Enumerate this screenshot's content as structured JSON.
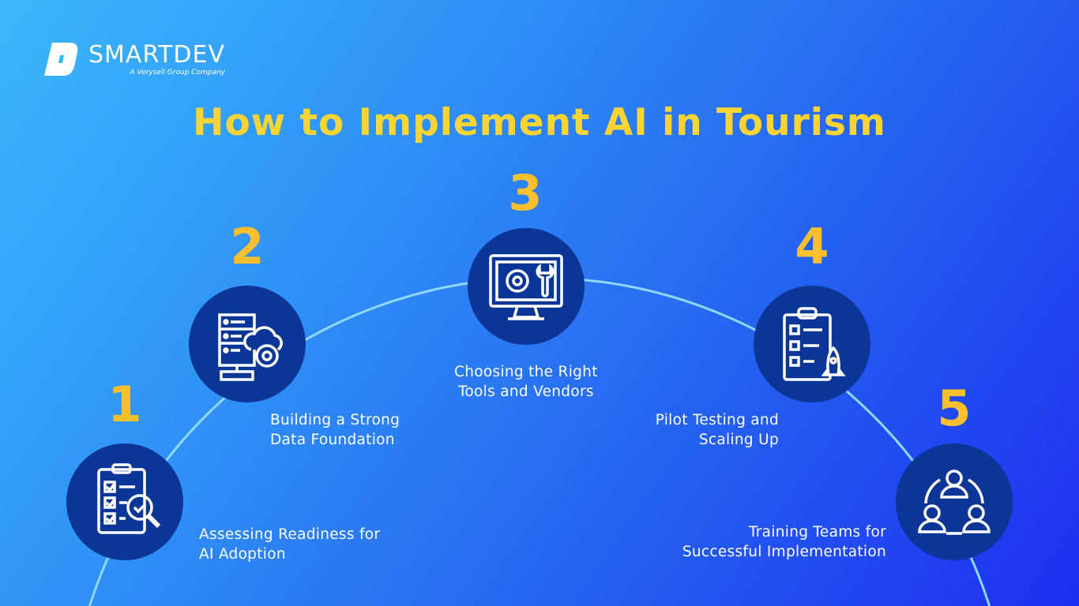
{
  "brand": {
    "name": "SMARTDEV",
    "tagline": "A Verysell Group Company"
  },
  "title": "How to Implement AI in Tourism",
  "colors": {
    "accent": "#fcc02e",
    "title": "#fcd535",
    "circle": "#0b3596",
    "arc": "#8fd8ff"
  },
  "steps": [
    {
      "number": "1",
      "line1": "Assessing Readiness for",
      "line2": "AI Adoption",
      "icon": "checklist-magnifier-icon"
    },
    {
      "number": "2",
      "line1": "Building a Strong",
      "line2": "Data Foundation",
      "icon": "server-cloud-gear-icon"
    },
    {
      "number": "3",
      "line1": "Choosing the Right",
      "line2": "Tools and Vendors",
      "icon": "monitor-gear-wrench-icon"
    },
    {
      "number": "4",
      "line1": "Pilot Testing and",
      "line2": "Scaling Up",
      "icon": "clipboard-rocket-icon"
    },
    {
      "number": "5",
      "line1": "Training Teams for",
      "line2": "Successful Implementation",
      "icon": "team-network-icon"
    }
  ]
}
